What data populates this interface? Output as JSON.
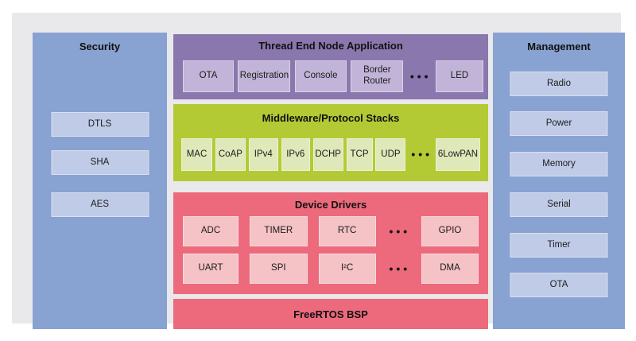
{
  "panels": {
    "security": {
      "title": "Security",
      "items": [
        "DTLS",
        "SHA",
        "AES"
      ]
    },
    "management": {
      "title": "Management",
      "items": [
        "Radio",
        "Power",
        "Memory",
        "Serial",
        "Timer",
        "OTA"
      ]
    }
  },
  "stack": {
    "application": {
      "title": "Thread End Node Application",
      "items": [
        "OTA",
        "Registration",
        "Console",
        "Border Router",
        "•••",
        "LED"
      ]
    },
    "middleware": {
      "title": "Middleware/Protocol Stacks",
      "items": [
        "MAC",
        "CoAP",
        "IPv4",
        "IPv6",
        "DCHP",
        "TCP",
        "UDP",
        "•••",
        "6LowPAN"
      ]
    },
    "drivers": {
      "title": "Device Drivers",
      "rows": [
        [
          "ADC",
          "TIMER",
          "RTC",
          "•••",
          "GPIO"
        ],
        [
          "UART",
          "SPI",
          "I²C",
          "•••",
          "DMA"
        ]
      ]
    },
    "bsp": {
      "title": "FreeRTOS BSP"
    }
  },
  "colors": {
    "panel_gray": "#e9e9eb",
    "security_blue": "#88a2d1",
    "chip_blue": "#bfcbe7",
    "application_purple": "#8977ae",
    "chip_purple": "#c1b4d8",
    "middleware_green": "#b4ca34",
    "chip_green": "#dfe8b8",
    "drivers_red": "#ec6a7c",
    "chip_pink": "#f5c2c6"
  }
}
